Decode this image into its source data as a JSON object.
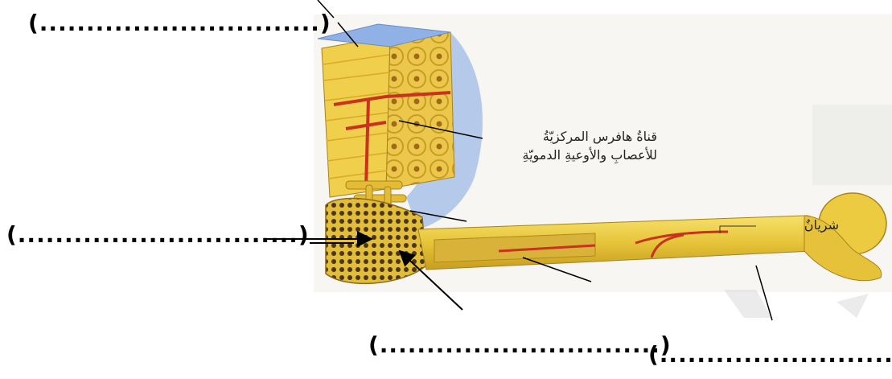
{
  "labels": {
    "blank_top_left": "(..............................)",
    "blank_middle_left": "(..............................)",
    "blank_bottom_center": "(..............................)",
    "blank_bottom_right": "(..............................)",
    "haversian_line1": "قناةُ هافرس المركزيّةُ",
    "haversian_line2": "للأعصابِ والأوعيةِ الدمويّةِ",
    "artery": "شريانٌ"
  },
  "colors": {
    "bone": "#e9c93a",
    "bone_dark": "#c9a21e",
    "marrow": "#5a4420",
    "vessel": "#c8321e",
    "cartilage": "#9fb7e6"
  }
}
